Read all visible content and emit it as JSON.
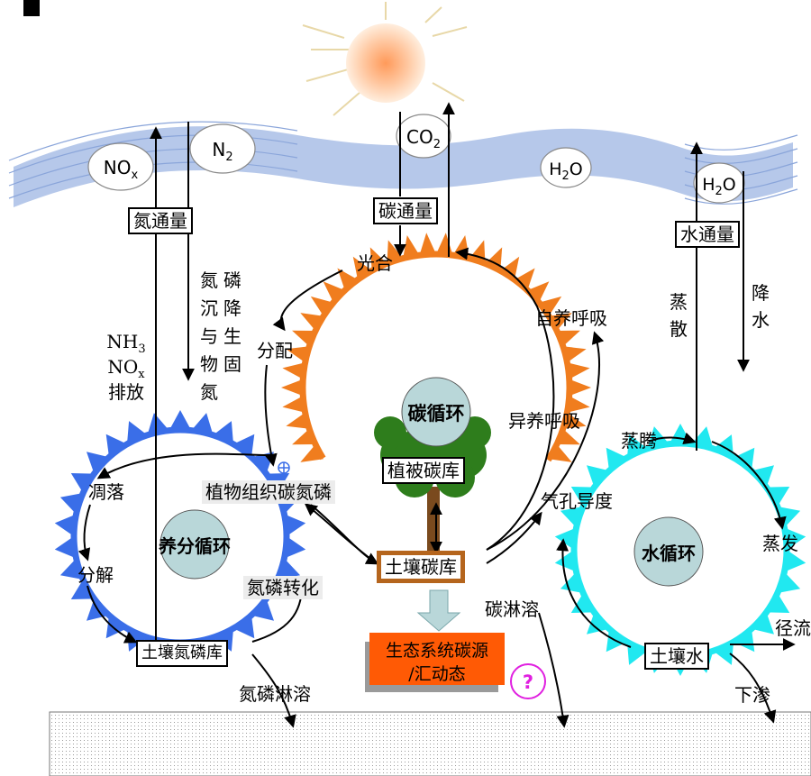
{
  "atmosphere": {
    "gases": {
      "nox": "NOx",
      "n2": "N2",
      "co2": "CO2",
      "h2o_center": "H2O",
      "h2o_right": "H2O"
    }
  },
  "flux_boxes": {
    "nitrogen": "氮通量",
    "carbon": "碳通量",
    "water": "水通量"
  },
  "process_labels": {
    "photosynthesis": "光合",
    "allocation": "分配",
    "autotrophic_respiration": "自养呼吸",
    "heterotrophic_respiration": "异养呼吸",
    "stomatal_conductance": "气孔导度",
    "n_p_deposition_fixation": "氮磷沉降与生物固氮",
    "nh3_nox_emission": "NH3NOx排放",
    "transpiration": "蒸散",
    "precipitation": "降水",
    "litterfall": "凋落",
    "decomposition": "分解",
    "n_p_transformation": "氮磷转化",
    "evapotranspiration": "蒸腾",
    "evaporation": "蒸发",
    "runoff": "径流",
    "infiltration": "下渗",
    "carbon_leaching": "碳淋溶",
    "n_p_leaching": "氮磷淋溶"
  },
  "pools": {
    "plant_tissue_cnp": "植物组织碳氮磷",
    "vegetation_carbon": "植被碳库",
    "soil_carbon": "土壤碳库",
    "soil_np": "土壤氮磷库",
    "soil_water": "土壤水"
  },
  "cycles": {
    "carbon": "碳循环",
    "nutrient": "养分循环",
    "water": "水循环"
  },
  "outcome": {
    "label": "生态系统碳源/汇动态",
    "question_mark": "?"
  },
  "colors": {
    "carbon_ring": "#f07d1e",
    "nutrient_ring": "#3a6ee8",
    "water_ring": "#21e8f0",
    "cycle_disc": "#b9d7d9",
    "outcome_box": "#ff5a05",
    "question_ring": "#e020e0",
    "cloud": "#9eb6e3"
  }
}
